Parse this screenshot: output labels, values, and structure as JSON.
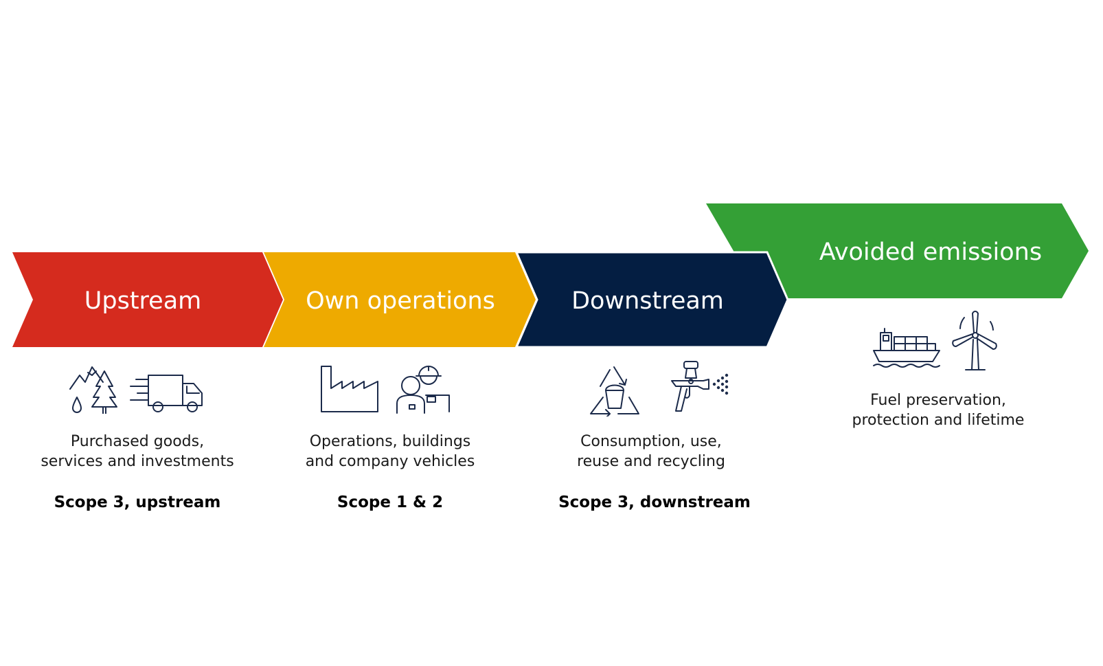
{
  "stages": [
    {
      "title": "Upstream",
      "description": "Purchased goods,\nservices and investments",
      "scope": "Scope 3, upstream",
      "color": "#d52b1e",
      "icons": [
        "mountain-forest-icon",
        "delivery-truck-icon"
      ]
    },
    {
      "title": "Own operations",
      "description": "Operations, buildings\nand company vehicles",
      "scope": "Scope 1 & 2",
      "color": "#eeaa00",
      "icons": [
        "factory-icon",
        "worker-icon"
      ]
    },
    {
      "title": "Downstream",
      "description": "Consumption, use,\nreuse and recycling",
      "scope": "Scope 3, downstream",
      "color": "#041e42",
      "icons": [
        "recycling-bucket-icon",
        "spray-gun-icon"
      ]
    },
    {
      "title": "Avoided emissions",
      "description": "Fuel preservation,\nprotection and lifetime",
      "color": "#34a036",
      "icons": [
        "container-ship-icon",
        "wind-turbine-icon"
      ]
    }
  ]
}
